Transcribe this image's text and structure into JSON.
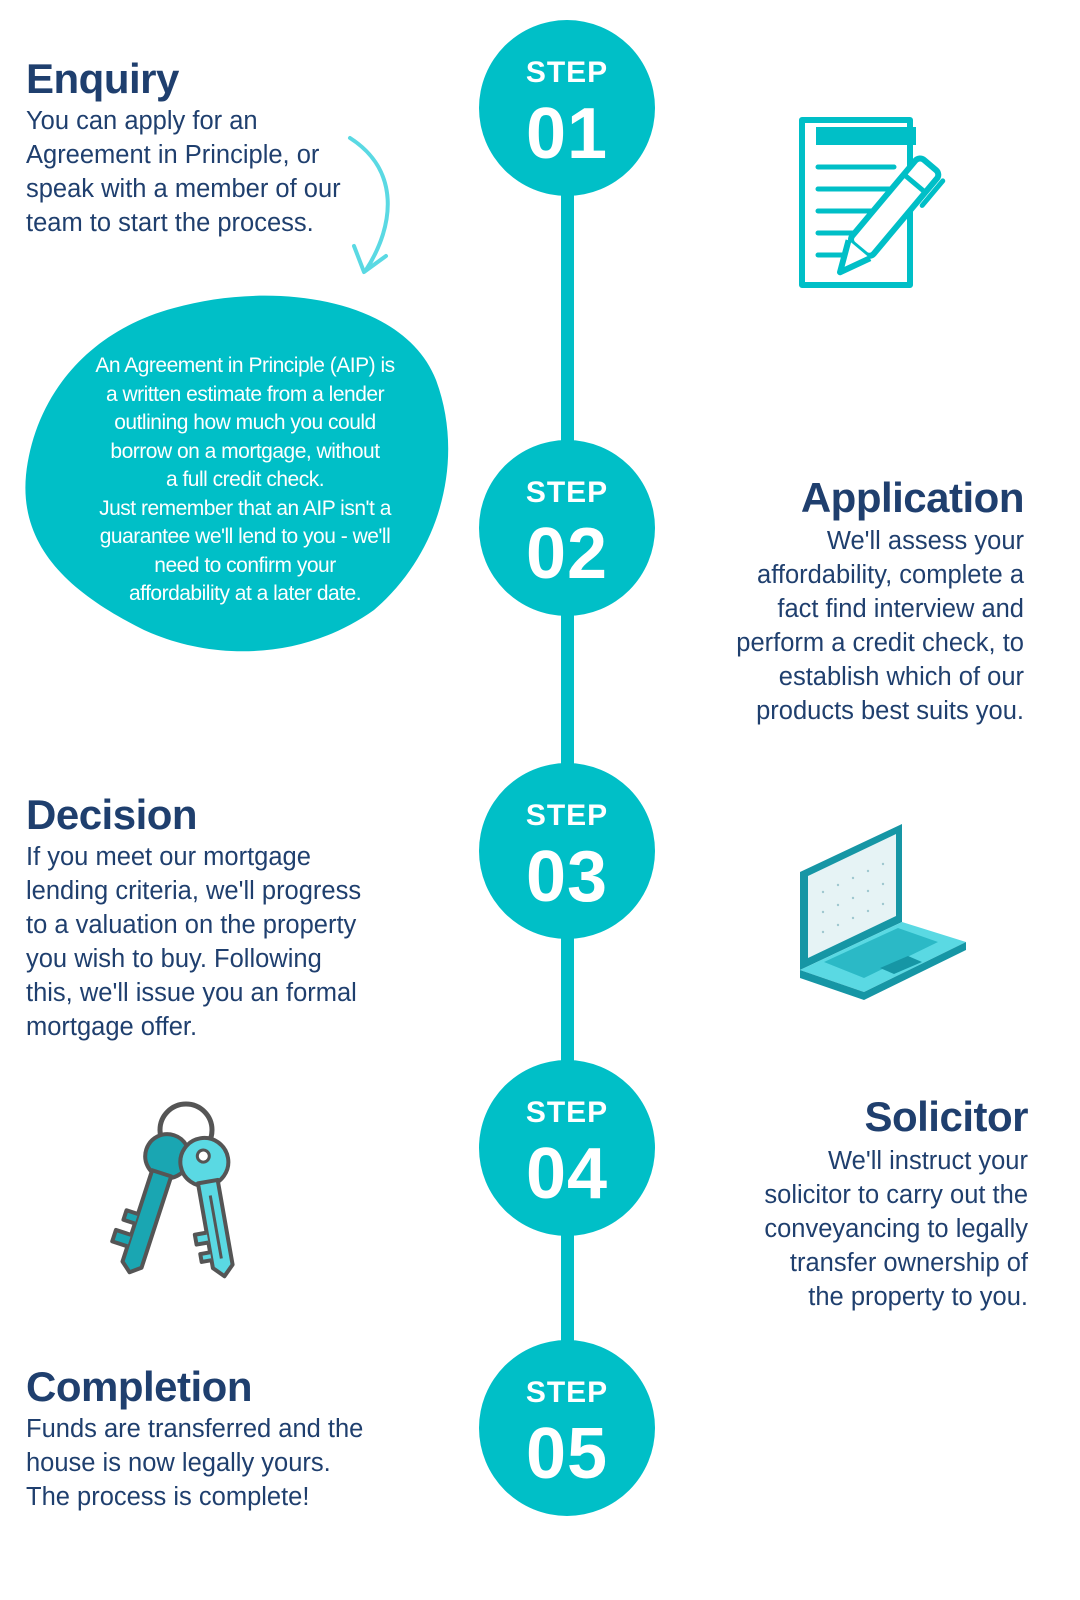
{
  "steps": [
    {
      "label": "STEP",
      "number": "01",
      "title": "Enquiry",
      "text": [
        "You can apply for an",
        "Agreement in Principle, or",
        "speak with a member of our",
        "team to start the process."
      ],
      "icon": "document-pen-icon"
    },
    {
      "label": "STEP",
      "number": "02",
      "title": "Application",
      "text": [
        "We'll assess your",
        "affordability, complete a",
        "fact find interview and",
        "perform a credit check, to",
        "establish which of our",
        "products best suits you."
      ],
      "icon": "none"
    },
    {
      "label": "STEP",
      "number": "03",
      "title": "Decision",
      "text": [
        "If you meet our mortgage",
        "lending criteria, we'll progress",
        "to a valuation on the property",
        "you wish to buy. Following",
        "this, we'll issue you an formal",
        "mortgage offer."
      ],
      "icon": "laptop-icon"
    },
    {
      "label": "STEP",
      "number": "04",
      "title": "Solicitor",
      "text": [
        "We'll instruct your",
        "solicitor to carry out the",
        "conveyancing to legally",
        "transfer ownership of",
        "the property to you."
      ],
      "icon": "keys-icon"
    },
    {
      "label": "STEP",
      "number": "05",
      "title": "Completion",
      "text": [
        "Funds are transferred and the",
        "house is now legally yours.",
        "The process is complete!"
      ],
      "icon": "none"
    }
  ],
  "aip_note": {
    "lines": [
      "An Agreement in Principle (AIP) is",
      "a written estimate from a lender",
      "outlining how much you could",
      "borrow on a mortgage, without",
      "a full credit check.",
      "Just remember that an AIP isn't a",
      "guarantee we'll lend to you - we'll",
      "need to confirm your",
      "affordability at a later date."
    ]
  },
  "colors": {
    "teal": "#00bfc7",
    "navy": "#1f3f6e",
    "light_teal": "#5ad9e3",
    "dark_teal": "#1696a5",
    "white": "#ffffff"
  }
}
